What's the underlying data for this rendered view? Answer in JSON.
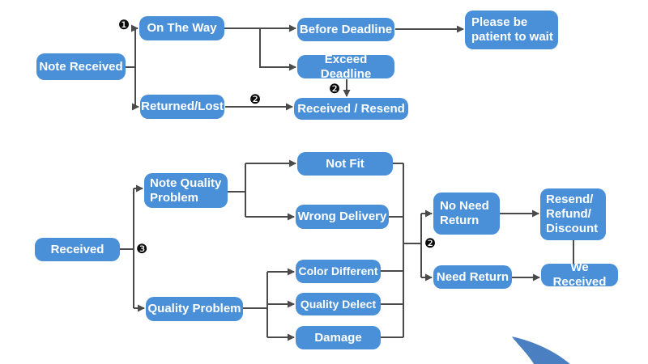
{
  "flowchart": {
    "nodes": {
      "note_received": "Note Received",
      "on_the_way": "On The Way",
      "returned_lost": "Returned/Lost",
      "before_deadline": "Before Deadline",
      "exceed_deadline": "Exceed Deadline",
      "received_resend": "Received / Resend",
      "please_wait": "Please be\npatient to wait",
      "received": "Received",
      "note_quality_problem": "Note Quality\nProblem",
      "quality_problem": "Quality Problem",
      "not_fit": "Not Fit",
      "wrong_delivery": "Wrong Delivery",
      "color_different": "Color Different",
      "quality_delect": "Quality Delect",
      "damage": "Damage",
      "no_need_return": "No Need\nReturn",
      "need_return": "Need Return",
      "resend_refund_discount": "Resend/\nRefund/\nDiscount",
      "we_received": "We Received"
    },
    "markers": {
      "step1": "❶",
      "step2_top": "❷",
      "step2_mid": "❷",
      "step3": "❸",
      "step2_bottom": "❷"
    },
    "colors": {
      "node-fill": "#4a90d9",
      "node-text": "#ffffff",
      "line": "#4a4a4a",
      "marker": "#0b0b0b",
      "swoosh": "#4a80c2",
      "background": "#ffffff"
    }
  }
}
